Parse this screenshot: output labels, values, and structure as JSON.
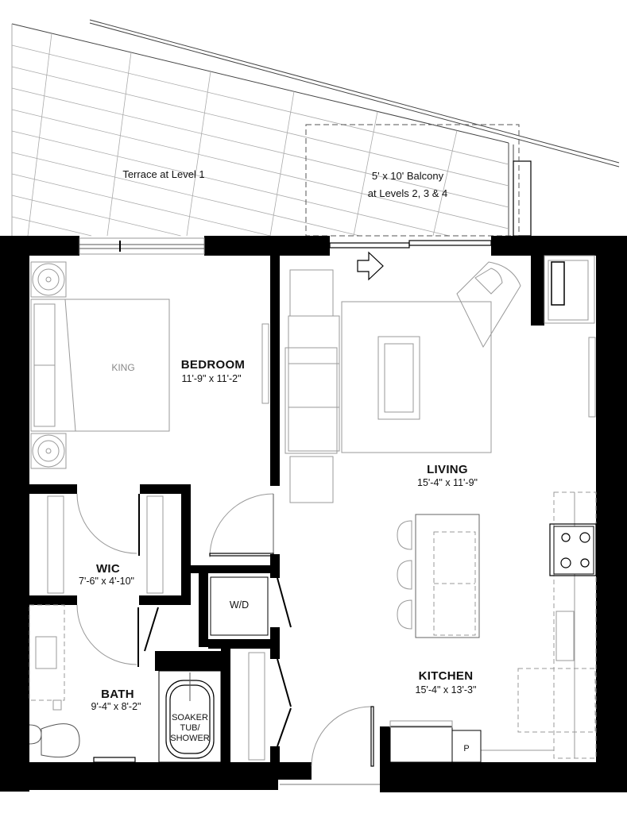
{
  "plan": {
    "terrace_label": "Terrace at Level 1",
    "balcony_label_line1": "5' x 10' Balcony",
    "balcony_label_line2": "at Levels 2, 3 & 4",
    "rooms": {
      "bedroom": {
        "name": "BEDROOM",
        "dims": "11'-9\" x 11'-2\""
      },
      "living": {
        "name": "LIVING",
        "dims": "15'-4\" x 11'-9\""
      },
      "wic": {
        "name": "WIC",
        "dims": "7'-6\" x 4'-10\""
      },
      "bath": {
        "name": "BATH",
        "dims": "9'-4\" x 8'-2\""
      },
      "kitchen": {
        "name": "KITCHEN",
        "dims": "15'-4\" x 13'-3\""
      }
    },
    "fixtures": {
      "bed": "KING",
      "laundry": "W/D",
      "tub_line1": "SOAKER",
      "tub_line2": "TUB/",
      "tub_line3": "SHOWER",
      "pantry": "P"
    }
  }
}
